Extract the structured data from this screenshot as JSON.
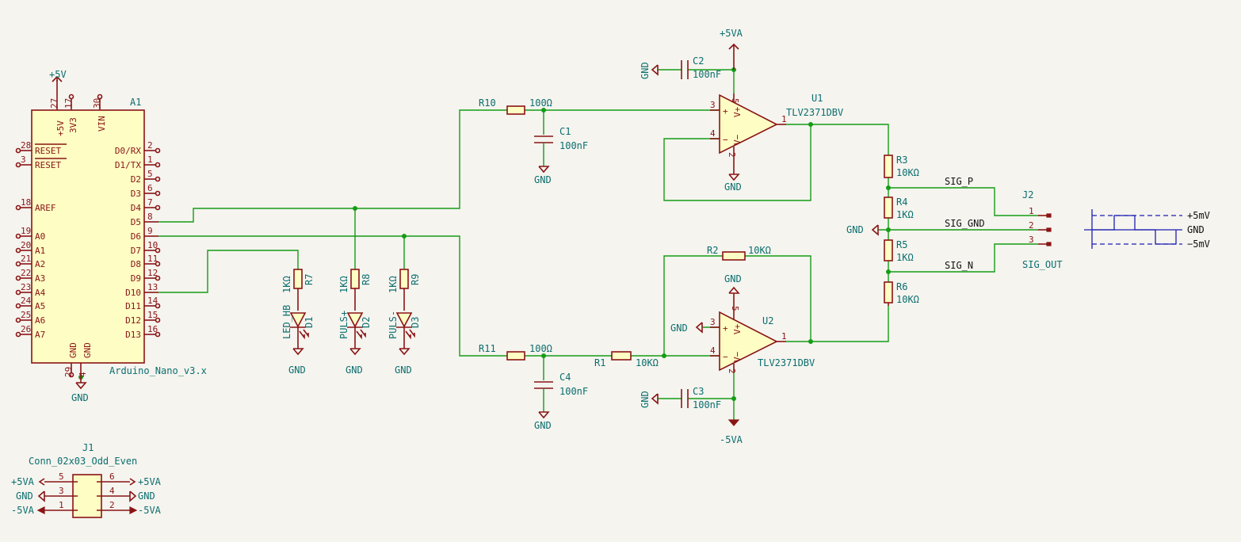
{
  "colors": {
    "background": "#f5f4ef",
    "wire": "#159c15",
    "component": "#8a1414",
    "label": "#0b6e6e",
    "waveform": "#1f1fb0"
  },
  "a1": {
    "ref": "A1",
    "value": "Arduino_Nano_v3.x",
    "top_pins": [
      "27",
      "17",
      "30"
    ],
    "top_names": [
      "+5V",
      "3V3",
      "VIN"
    ],
    "left_pins": [
      "28",
      "3",
      "18",
      "19",
      "20",
      "21",
      "22",
      "23",
      "24",
      "25",
      "26"
    ],
    "left_names": [
      "RESET",
      "RESET",
      "AREF",
      "A0",
      "A1",
      "A2",
      "A3",
      "A4",
      "A5",
      "A6",
      "A7"
    ],
    "right_pins": [
      "2",
      "1",
      "5",
      "6",
      "7",
      "8",
      "9",
      "10",
      "11",
      "12",
      "13",
      "14",
      "15",
      "16"
    ],
    "right_names": [
      "D0/RX",
      "D1/TX",
      "D2",
      "D3",
      "D4",
      "D5",
      "D6",
      "D7",
      "D8",
      "D9",
      "D10",
      "D11",
      "D12",
      "D13"
    ],
    "bottom_pins": [
      "29",
      "4"
    ],
    "bottom_names": [
      "GND",
      "GND"
    ]
  },
  "power": {
    "p5v": "+5V",
    "p5va": "+5VA",
    "m5va": "-5VA",
    "gnd": "GND"
  },
  "leds": [
    {
      "r_ref": "R7",
      "r_val": "1KΩ",
      "d_ref": "D1",
      "d_val": "LED_HB"
    },
    {
      "r_ref": "R8",
      "r_val": "1KΩ",
      "d_ref": "D2",
      "d_val": "PULS+"
    },
    {
      "r_ref": "R9",
      "r_val": "1KΩ",
      "d_ref": "D3",
      "d_val": "PULS-"
    }
  ],
  "resistors": {
    "r10": {
      "ref": "R10",
      "val": "100Ω"
    },
    "r11": {
      "ref": "R11",
      "val": "100Ω"
    },
    "r1": {
      "ref": "R1",
      "val": "10KΩ"
    },
    "r2": {
      "ref": "R2",
      "val": "10KΩ"
    },
    "r3": {
      "ref": "R3",
      "val": "10KΩ"
    },
    "r4": {
      "ref": "R4",
      "val": "1KΩ"
    },
    "r5": {
      "ref": "R5",
      "val": "1KΩ"
    },
    "r6": {
      "ref": "R6",
      "val": "10KΩ"
    }
  },
  "caps": {
    "c1": {
      "ref": "C1",
      "val": "100nF"
    },
    "c2": {
      "ref": "C2",
      "val": "100nF"
    },
    "c3": {
      "ref": "C3",
      "val": "100nF"
    },
    "c4": {
      "ref": "C4",
      "val": "100nF"
    }
  },
  "u1": {
    "ref": "U1",
    "val": "TLV2371DBV",
    "pins": [
      "3",
      "4",
      "5",
      "2",
      "1"
    ]
  },
  "u2": {
    "ref": "U2",
    "val": "TLV2371DBV",
    "pins": [
      "3",
      "4",
      "5",
      "2",
      "1"
    ]
  },
  "opamp_text": {
    "plus": "+",
    "minus": "−",
    "vplus": "V+",
    "vminus": "V−"
  },
  "j2": {
    "ref": "J2",
    "val": "SIG_OUT",
    "pins": [
      "1",
      "2",
      "3"
    ]
  },
  "nets": {
    "sig_p": "SIG_P",
    "sig_gnd": "SIG_GND",
    "sig_n": "SIG_N"
  },
  "waveform": {
    "labels": [
      "+5mV",
      "GND",
      "−5mV"
    ]
  },
  "j1": {
    "ref": "J1",
    "val": "Conn_02x03_Odd_Even",
    "left_pins": [
      "5",
      "3",
      "1"
    ],
    "right_pins": [
      "6",
      "4",
      "2"
    ],
    "left_nets": [
      "+5VA",
      "GND",
      "-5VA"
    ],
    "right_nets": [
      "+5VA",
      "GND",
      "-5VA"
    ]
  }
}
